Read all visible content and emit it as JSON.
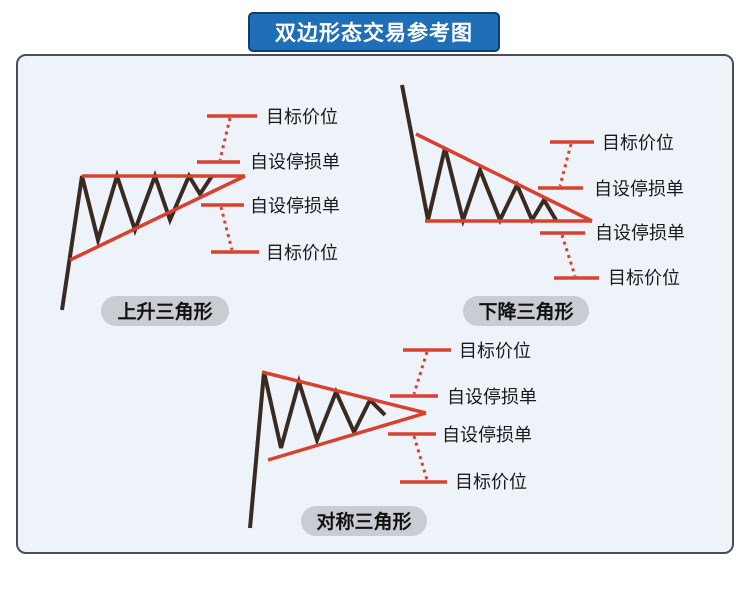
{
  "title": "双边形态交易参考图",
  "colors": {
    "title_bg": "#1e6fb8",
    "panel_bg": "#eef3fa",
    "pattern_line": "#3a2a22",
    "boundary_line": "#d9412f",
    "pill_bg": "#c9ccd2"
  },
  "patterns": [
    {
      "name": "上升三角形",
      "labels": [
        "目标价位",
        "自设停损单",
        "自设停损单",
        "目标价位"
      ]
    },
    {
      "name": "下降三角形",
      "labels": [
        "目标价位",
        "自设停损单",
        "自设停损单",
        "目标价位"
      ]
    },
    {
      "name": "对称三角形",
      "labels": [
        "目标价位",
        "自设停损单",
        "自设停损单",
        "目标价位"
      ]
    }
  ]
}
